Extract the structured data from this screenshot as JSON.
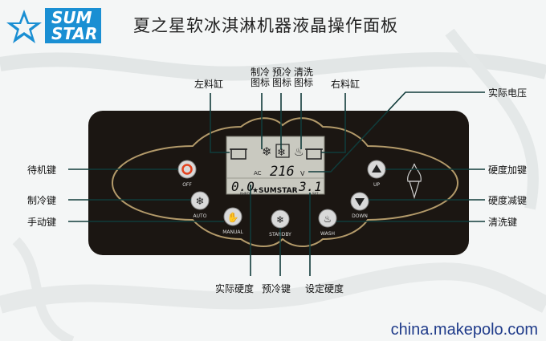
{
  "logo": {
    "line1": "SUM",
    "line2": "STAR"
  },
  "title": "夏之星软冰淇淋机器液晶操作面板",
  "watermark": "china.makepolo.com",
  "callouts": {
    "left_tank": "左料缸",
    "cooling_icon": [
      "制冷",
      "图标"
    ],
    "precool_icon": [
      "预冷",
      "图标"
    ],
    "wash_icon": [
      "清洗",
      "图标"
    ],
    "right_tank": "右料缸",
    "voltage": "实际电压",
    "standby_key": "待机键",
    "cooling_key": "制冷键",
    "manual_key": "手动键",
    "hardness_up_key": "硬度加键",
    "hardness_down_key": "硬度减键",
    "wash_key": "清洗键",
    "actual_hardness": "实际硬度",
    "precool_key": "预冷键",
    "set_hardness": "设定硬度"
  },
  "buttons": {
    "off": "OFF",
    "auto": "AUTO",
    "manual": "MANUAL",
    "standby": "STANDBY",
    "wash": "WASH",
    "up": "UP",
    "down": "DOWN"
  },
  "lcd": {
    "left_value": "0.0",
    "left_sub": "RHRD",
    "voltage_label": "AC",
    "voltage_value": "216",
    "voltage_unit": "V",
    "brand": "SUMSTAR",
    "right_value": "3.1",
    "right_sub": "SET"
  },
  "colors": {
    "panel": "#1b1612",
    "gold": "#b39a6a",
    "lcd": "#c9c9c0",
    "callout_line": "#103b3a",
    "off_red": "#e3421e",
    "logo_blue": "#1a8fd3"
  }
}
